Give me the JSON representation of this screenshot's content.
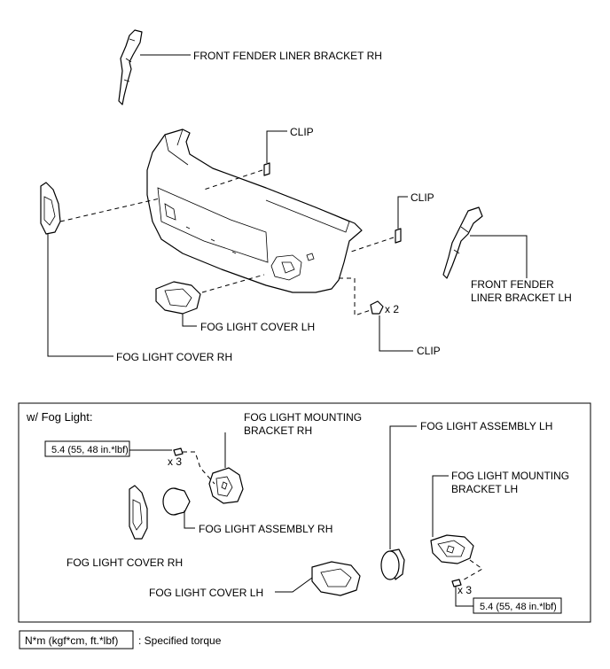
{
  "labels": {
    "front_fender_liner_bracket_rh": "FRONT FENDER LINER BRACKET RH",
    "clip_top": "CLIP",
    "clip_right": "CLIP",
    "front_fender_liner_bracket_lh_line1": "FRONT FENDER",
    "front_fender_liner_bracket_lh_line2": "LINER BRACKET LH",
    "clip_x2_qty": "x 2",
    "clip_bottom": "CLIP",
    "fog_light_cover_lh_top": "FOG LIGHT COVER LH",
    "fog_light_cover_rh_top": "FOG LIGHT COVER RH"
  },
  "fog_light_panel": {
    "title": "w/ Fog Light:",
    "mounting_bracket_rh_line1": "FOG LIGHT MOUNTING",
    "mounting_bracket_rh_line2": "BRACKET RH",
    "torque_rh": "5.4 (55, 48 in.*lbf)",
    "qty_rh": "x 3",
    "assembly_rh": "FOG LIGHT ASSEMBLY RH",
    "cover_rh": "FOG LIGHT COVER RH",
    "assembly_lh": "FOG LIGHT ASSEMBLY LH",
    "mounting_bracket_lh_line1": "FOG LIGHT MOUNTING",
    "mounting_bracket_lh_line2": "BRACKET LH",
    "cover_lh": "FOG LIGHT COVER LH",
    "qty_lh": "x 3",
    "torque_lh": "5.4 (55, 48 in.*lbf)"
  },
  "legend": {
    "unit_box": "N*m (kgf*cm, ft.*lbf)",
    "description": ": Specified torque"
  }
}
